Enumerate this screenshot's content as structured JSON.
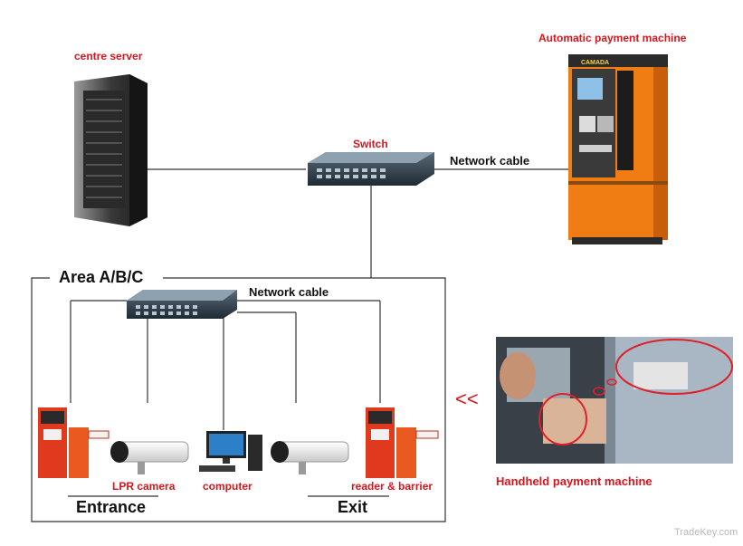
{
  "labels": {
    "centre_server": "centre server",
    "switch": "Switch",
    "network_cable_top": "Network cable",
    "automatic_payment": "Automatic payment machine",
    "area": "Area A/B/C",
    "network_cable_inner": "Network cable",
    "lpr_camera": "LPR camera",
    "computer": "computer",
    "reader_barrier": "reader & barrier",
    "entrance": "Entrance",
    "exit": "Exit",
    "handheld": "Handheld payment machine",
    "chevrons": "<<",
    "kiosk_brand": "CAMADA",
    "watermark": "TradeKey.com"
  },
  "colors": {
    "label_red": "#d8141c",
    "line": "#333333",
    "kiosk_orange": "#f07d14",
    "barrier_red": "#e03a1e",
    "ellipse_red": "#e0202a"
  }
}
